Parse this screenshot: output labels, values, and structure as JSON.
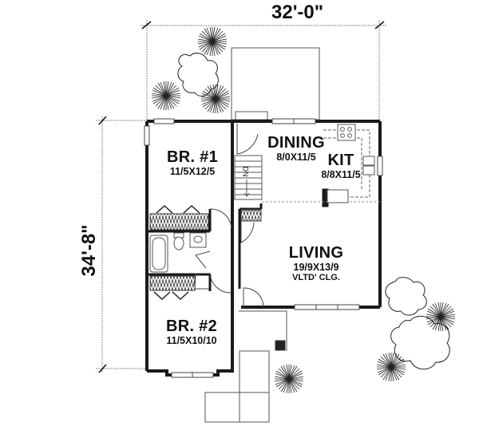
{
  "plan": {
    "overall_width": "32'-0\"",
    "overall_depth": "34'-8\"",
    "stair_label": "DN",
    "rooms": [
      {
        "name": "BR. #1",
        "size": "11/5X12/5"
      },
      {
        "name": "DINING",
        "size": "8/0X11/5"
      },
      {
        "name": "KIT",
        "size": "8/8X11/5"
      },
      {
        "name": "LIVING",
        "size": "19/9X13/9",
        "note": "VLTD' CLG."
      },
      {
        "name": "BR. #2",
        "size": "11/5X10/10"
      }
    ]
  },
  "colors": {
    "wall": "#1a1a1a",
    "line": "#555555",
    "dim_line": "#888888",
    "background": "#ffffff"
  }
}
